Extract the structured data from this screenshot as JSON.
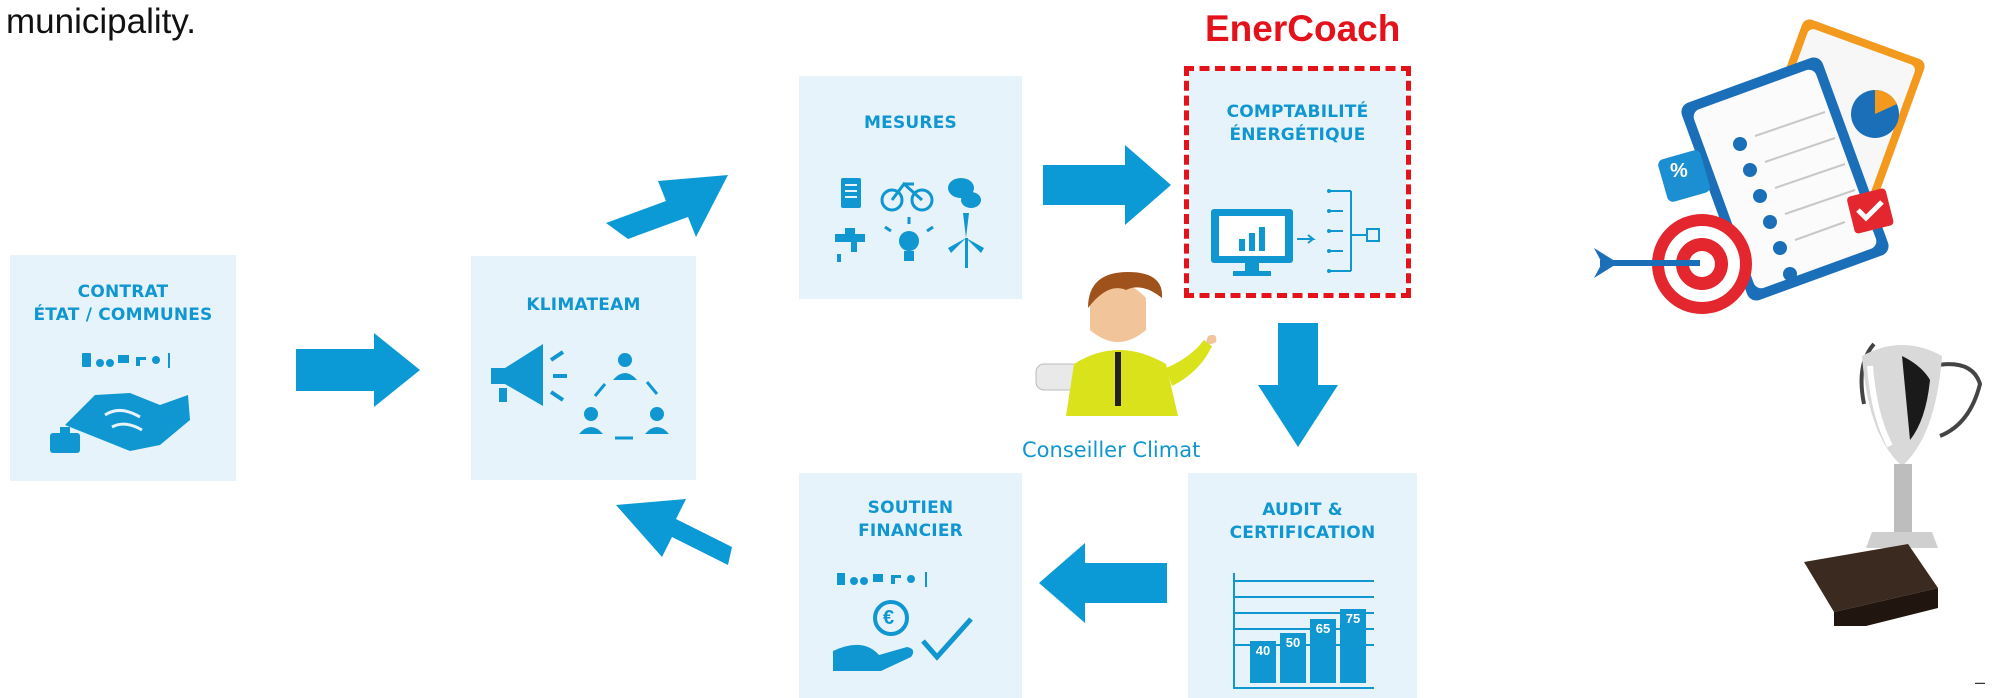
{
  "intro_text": "municipality.",
  "brand_label": "EnerCoach",
  "colors": {
    "accent_blue": "#1096d0",
    "box_bg": "#e6f3fa",
    "highlight_red": "#e4121a"
  },
  "boxes": {
    "contrat": {
      "lines": [
        "CONTRAT",
        "ÉTAT / COMMUNES"
      ]
    },
    "klimateam": {
      "lines": [
        "KLIMATEAM"
      ]
    },
    "mesures": {
      "lines": [
        "MESURES"
      ]
    },
    "comptabilite": {
      "lines": [
        "COMPTABILITÉ",
        "ÉNERGÉTIQUE"
      ]
    },
    "audit": {
      "lines": [
        "AUDIT &",
        "CERTIFICATION"
      ],
      "bar_values": [
        "40",
        "50",
        "65",
        "75"
      ]
    },
    "soutien": {
      "lines": [
        "SOUTIEN",
        "FINANCIER"
      ]
    }
  },
  "percent_badge": "%",
  "advisor_label": "Conseiller Climat",
  "footer_mark": "–",
  "icons": {
    "handshake": "handshake-icon",
    "megaphone": "megaphone-icon",
    "team_cycle": "team-cycle-icon",
    "clipboard": "clipboard-icon",
    "bicycle": "bicycle-icon",
    "chat": "chat-icon",
    "faucet": "faucet-icon",
    "bulb": "lightbulb-icon",
    "wind": "wind-turbine-icon",
    "monitor": "monitor-chart-icon",
    "euro_hand": "euro-hand-icon",
    "check": "checkmark-icon",
    "target": "target-icon",
    "trophy": "trophy-icon"
  }
}
